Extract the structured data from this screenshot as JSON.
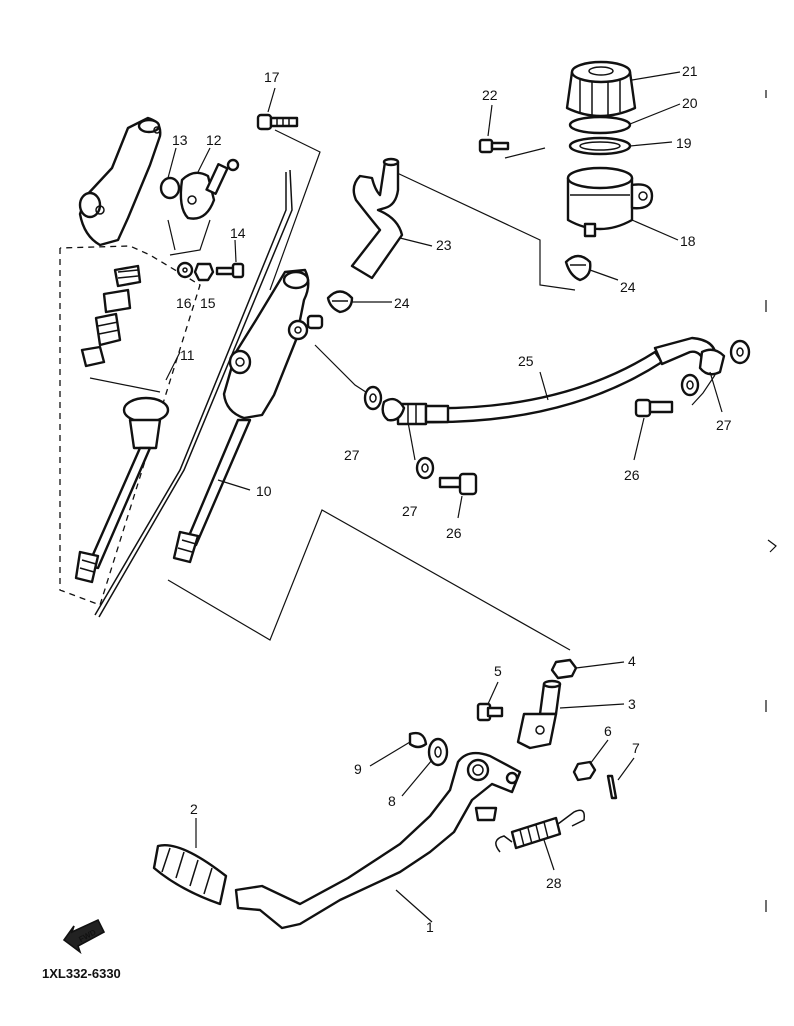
{
  "diagram": {
    "drawing_code": "1XL332-6330",
    "forward_marker": "FWD",
    "callouts": [
      {
        "id": "c1",
        "label": "1"
      },
      {
        "id": "c2",
        "label": "2"
      },
      {
        "id": "c3",
        "label": "3"
      },
      {
        "id": "c4",
        "label": "4"
      },
      {
        "id": "c5",
        "label": "5"
      },
      {
        "id": "c6",
        "label": "6"
      },
      {
        "id": "c7",
        "label": "7"
      },
      {
        "id": "c8",
        "label": "8"
      },
      {
        "id": "c9",
        "label": "9"
      },
      {
        "id": "c10",
        "label": "10"
      },
      {
        "id": "c11",
        "label": "11"
      },
      {
        "id": "c12",
        "label": "12"
      },
      {
        "id": "c13",
        "label": "13"
      },
      {
        "id": "c14",
        "label": "14"
      },
      {
        "id": "c15",
        "label": "15"
      },
      {
        "id": "c16",
        "label": "16"
      },
      {
        "id": "c17",
        "label": "17"
      },
      {
        "id": "c18",
        "label": "18"
      },
      {
        "id": "c19",
        "label": "19"
      },
      {
        "id": "c20",
        "label": "20"
      },
      {
        "id": "c21",
        "label": "21"
      },
      {
        "id": "c22",
        "label": "22"
      },
      {
        "id": "c23",
        "label": "23"
      },
      {
        "id": "c24a",
        "label": "24"
      },
      {
        "id": "c24b",
        "label": "24"
      },
      {
        "id": "c25",
        "label": "25"
      },
      {
        "id": "c26a",
        "label": "26"
      },
      {
        "id": "c26b",
        "label": "26"
      },
      {
        "id": "c27a",
        "label": "27"
      },
      {
        "id": "c27b",
        "label": "27"
      },
      {
        "id": "c27c",
        "label": "27"
      },
      {
        "id": "c28",
        "label": "28"
      }
    ]
  }
}
